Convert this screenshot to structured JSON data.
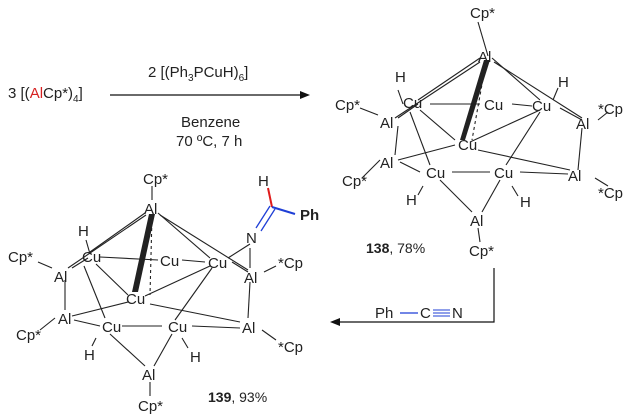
{
  "colors": {
    "al_red": "#d62020",
    "n_blue": "#1f3fd6",
    "c_bond_red": "#e01b1b",
    "ink": "#222222"
  },
  "reactant": {
    "coef": "3 [(",
    "al": "Al",
    "cp": "Cp*",
    "close": ")",
    "sub": "4",
    "end": "]"
  },
  "conditions": {
    "reagent_pre": "2 [(Ph",
    "reagent_sub1": "3",
    "reagent_p": "PCuH)",
    "reagent_sub2": "6",
    "reagent_end": "]",
    "solvent": "Benzene",
    "temp_time": "70 ºC, 7 h"
  },
  "second_reagent": {
    "ph": "Ph",
    "c": "C",
    "n": "N"
  },
  "compound138": {
    "number": "138",
    "yield": ", 78%"
  },
  "compound139": {
    "number": "139",
    "yield": ", 93%"
  },
  "atoms": {
    "cu": "Cu",
    "al": "Al",
    "h": "H",
    "cp_left": "Cp*",
    "cp_right": "*Cp",
    "n": "N",
    "ph": "Ph"
  }
}
